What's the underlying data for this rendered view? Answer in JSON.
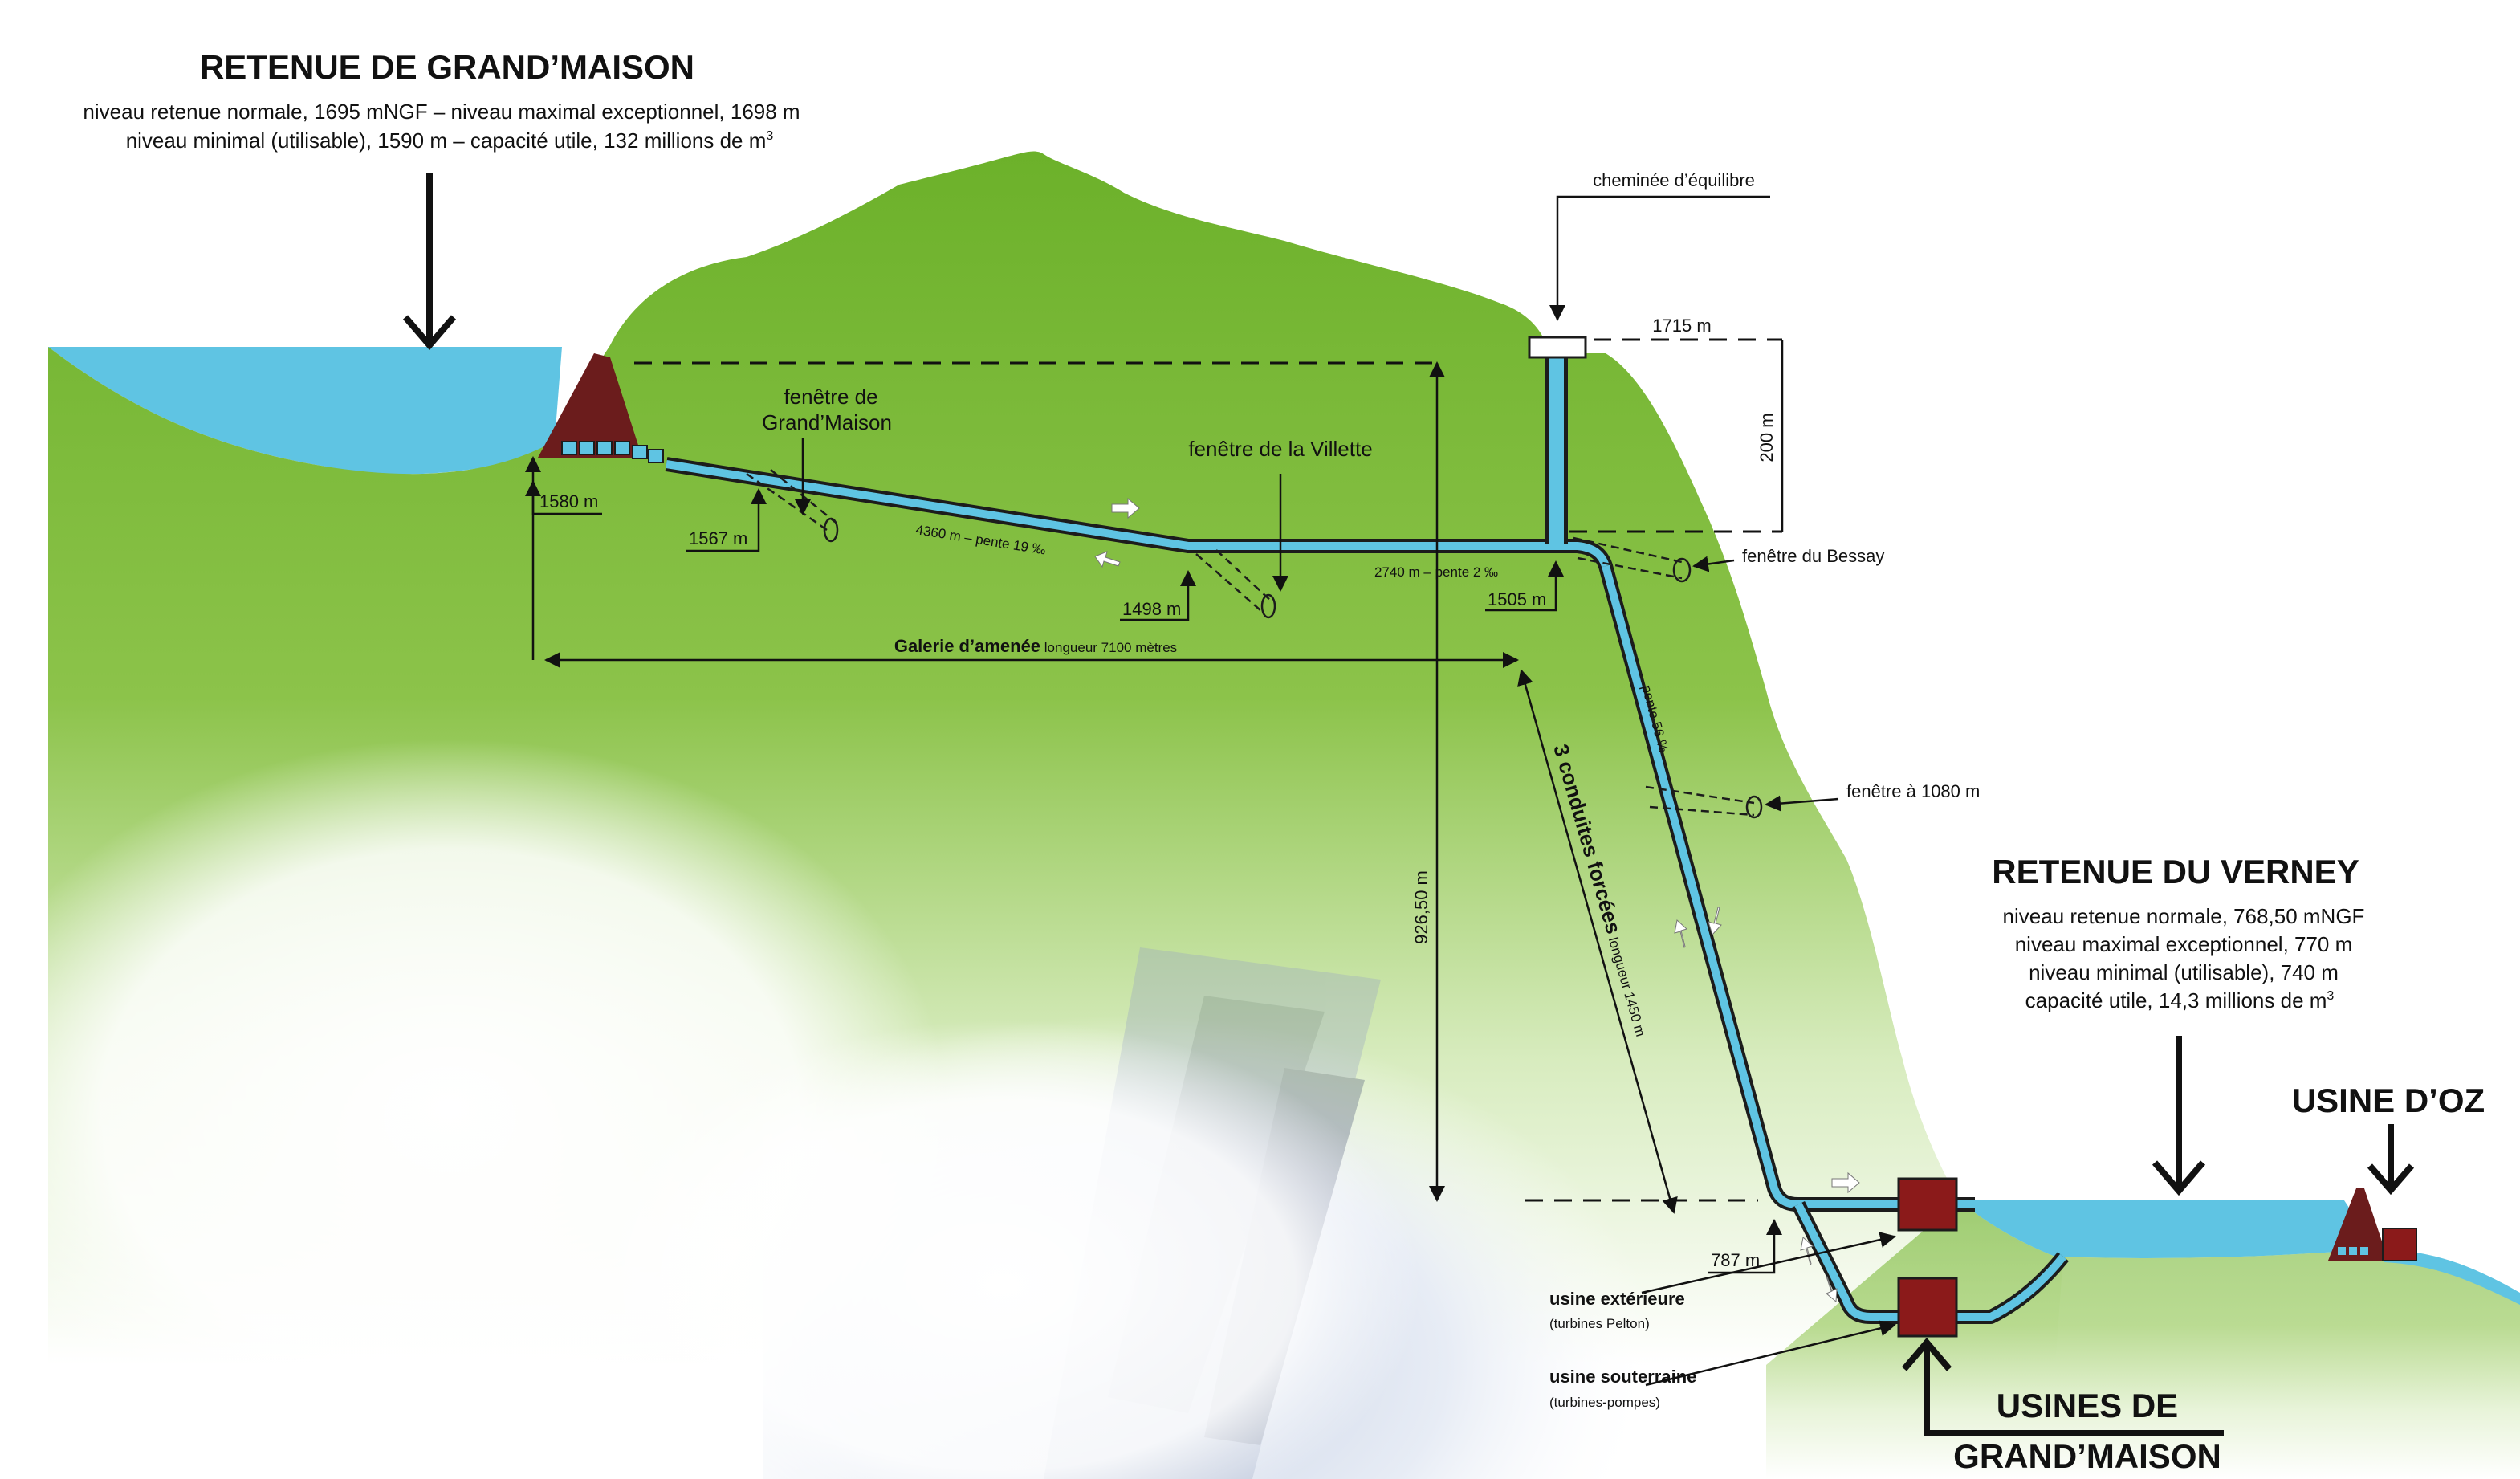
{
  "upper_reservoir": {
    "title": "RETENUE DE GRAND’MAISON",
    "line1": "niveau retenue normale, 1695 mNGF – niveau maximal exceptionnel, 1698 m",
    "line2": "niveau minimal (utilisable), 1590 m – capacité utile, 132 millions de m",
    "sup": "3"
  },
  "lower_reservoir": {
    "title": "RETENUE DU VERNEY",
    "line1": "niveau retenue normale, 768,50 mNGF",
    "line2": "niveau maximal exceptionnel, 770 m",
    "line3": "niveau minimal (utilisable), 740 m",
    "line4": "capacité utile, 14,3 millions de m",
    "sup": "3"
  },
  "usine_oz": {
    "title": "USINE D’OZ"
  },
  "usines_gm": {
    "line1": "USINES DE",
    "line2": "GRAND’MAISON"
  },
  "labels": {
    "cheminee": "cheminée d’équilibre",
    "elev_1715": "1715 m",
    "dim_200": "200 m",
    "fenetre_gm_1": "fenêtre de",
    "fenetre_gm_2": "Grand’Maison",
    "fenetre_villette": "fenêtre de la Villette",
    "fenetre_bessay": "fenêtre du Bessay",
    "fenetre_1080": "fenêtre à 1080 m",
    "elev_1580": "1580 m",
    "elev_1567": "1567 m",
    "elev_1498": "1498 m",
    "elev_1505": "1505 m",
    "elev_787": "787 m",
    "seg1": "4360 m – pente 19 ‰",
    "seg2": "2740 m – pente 2 ‰",
    "pente_56": "pente 56 %",
    "galerie_bold": "Galerie d’amenée",
    "galerie_rest": " longueur 7100 mètres",
    "conduites_bold": "3 conduites forcées",
    "conduites_rest": " longueur 1450 m",
    "dim_926": "926,50 m",
    "usine_ext": "usine extérieure",
    "usine_ext_sub": "(turbines Pelton)",
    "usine_sout": "usine souterraine",
    "usine_sout_sub": "(turbines-pompes)"
  },
  "colors": {
    "mountain": "#6cb12a",
    "water": "#5fc4e3",
    "plant": "#8b1a1a",
    "dam": "#6b1c1c"
  }
}
